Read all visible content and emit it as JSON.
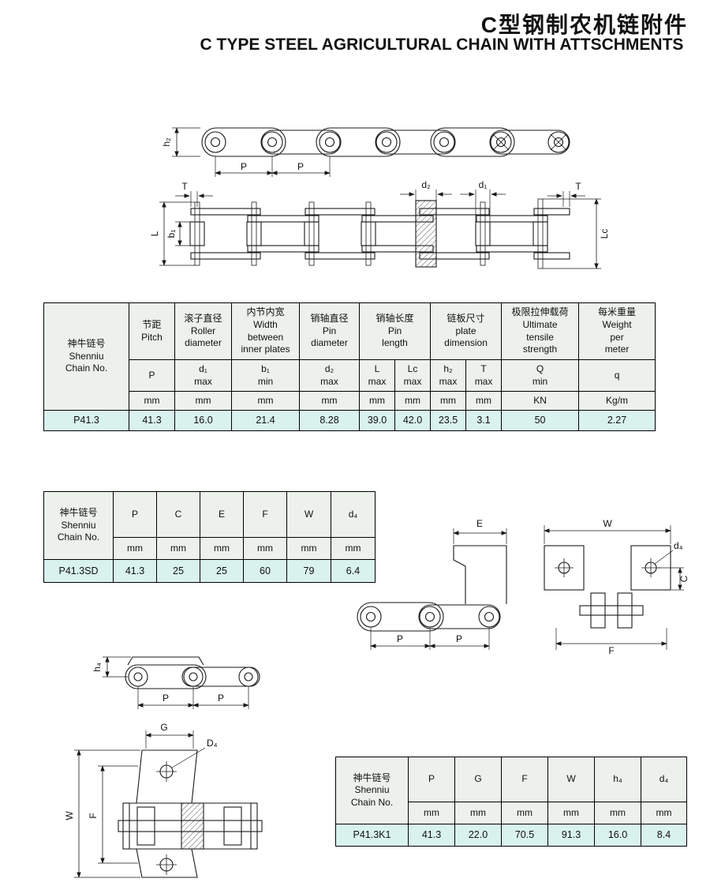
{
  "page": {
    "title_zh": "C型钢制农机链附件",
    "title_en": "C TYPE STEEL AGRICULTURAL CHAIN WITH ATTSCHMENTS"
  },
  "table1": {
    "chain_no_header": "神牛链号\nShenniu\nChain No.",
    "headers": {
      "pitch": "节距\nPitch",
      "roller": "滚子直径\nRoller\ndiameter",
      "width": "内节内宽\nWidth\nbetween\ninner plates",
      "pin_dia": "销轴直径\nPin\ndiameter",
      "pin_len": "销轴长度\nPin\nlength",
      "plate": "链板尺寸\nplate\ndimension",
      "tensile": "极限拉伸载荷\nUltimate\ntensile\nstrength",
      "weight": "每米重量\nWeight\nper\nmeter"
    },
    "symbols": {
      "p": "P",
      "d1": "d₁\nmax",
      "b1": "b₁\nmin",
      "d2": "d₂\nmax",
      "l": "L\nmax",
      "lc": "Lc\nmax",
      "h2": "h₂\nmax",
      "t": "T\nmax",
      "q_min": "Q\nmin",
      "q": "q"
    },
    "units": [
      "mm",
      "mm",
      "mm",
      "mm",
      "mm",
      "mm",
      "mm",
      "mm",
      "KN",
      "Kg/m"
    ],
    "row": [
      "P41.3",
      "41.3",
      "16.0",
      "21.4",
      "8.28",
      "39.0",
      "42.0",
      "23.5",
      "3.1",
      "50",
      "2.27"
    ]
  },
  "table2": {
    "chain_no_header": "神牛链号\nShenniu\nChain No.",
    "symbols": [
      "P",
      "C",
      "E",
      "F",
      "W",
      "d₄"
    ],
    "units": [
      "mm",
      "mm",
      "mm",
      "mm",
      "mm",
      "mm"
    ],
    "row": [
      "P41.3SD",
      "41.3",
      "25",
      "25",
      "60",
      "79",
      "6.4"
    ]
  },
  "table3": {
    "chain_no_header": "神牛链号\nShenniu\nChain No.",
    "symbols": [
      "P",
      "G",
      "F",
      "W",
      "h₄",
      "d₄"
    ],
    "units": [
      "mm",
      "mm",
      "mm",
      "mm",
      "mm",
      "mm"
    ],
    "row": [
      "P41.3K1",
      "41.3",
      "22.0",
      "70.5",
      "91.3",
      "16.0",
      "8.4"
    ]
  },
  "dims": {
    "side_view": {
      "h2": "h₂",
      "p1": "P",
      "p2": "P"
    },
    "plan_view": {
      "t_left": "T",
      "d2": "d₂",
      "d1": "d₁",
      "t_right": "T",
      "l": "L",
      "b1": "b₁",
      "lc": "Lc"
    },
    "sd_side": {
      "e": "E",
      "p1": "P",
      "p2": "P"
    },
    "sd_front": {
      "w": "W",
      "d4": "d₄",
      "c": "C",
      "f": "F"
    },
    "h4_view": {
      "h4": "h₄",
      "p1": "P",
      "p2": "P"
    },
    "k1_view": {
      "g": "G",
      "d4": "D₄",
      "w": "W",
      "f": "F"
    }
  }
}
